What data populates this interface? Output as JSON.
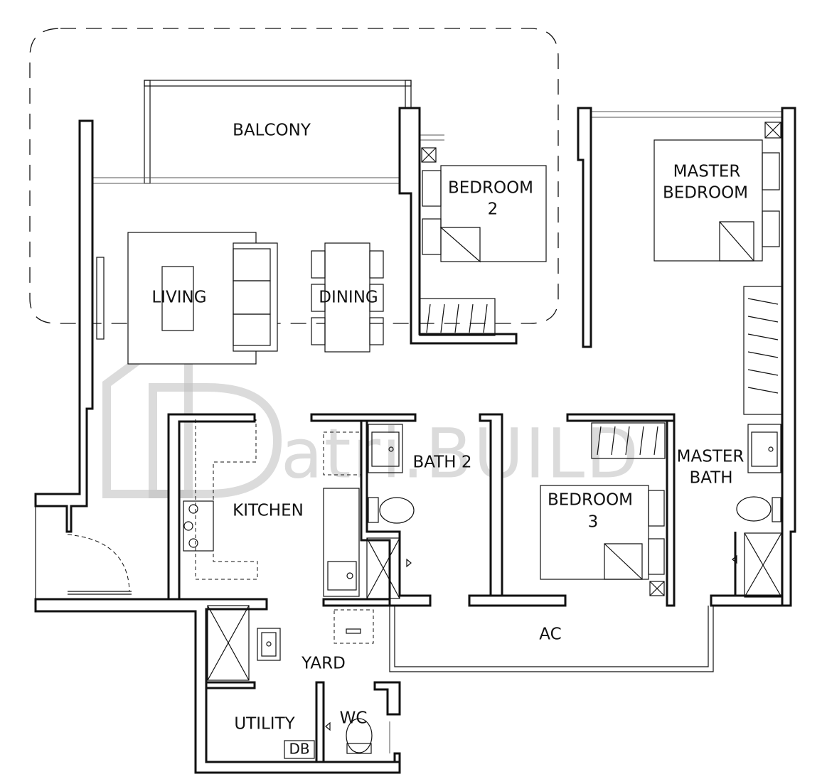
{
  "watermark": "atri.BUILD",
  "rooms": {
    "balcony": "BALCONY",
    "bedroom2_line1": "BEDROOM",
    "bedroom2_line2": "2",
    "master_bedroom_line1": "MASTER",
    "master_bedroom_line2": "BEDROOM",
    "living": "LIVING",
    "dining": "DINING",
    "kitchen": "KITCHEN",
    "bath2": "BATH  2",
    "bedroom3_line1": "BEDROOM",
    "bedroom3_line2": "3",
    "master_bath_line1": "MASTER",
    "master_bath_line2": "BATH",
    "ac": "AC",
    "yard": "YARD",
    "utility": "UTILITY",
    "wc": "WC",
    "db": "DB"
  }
}
